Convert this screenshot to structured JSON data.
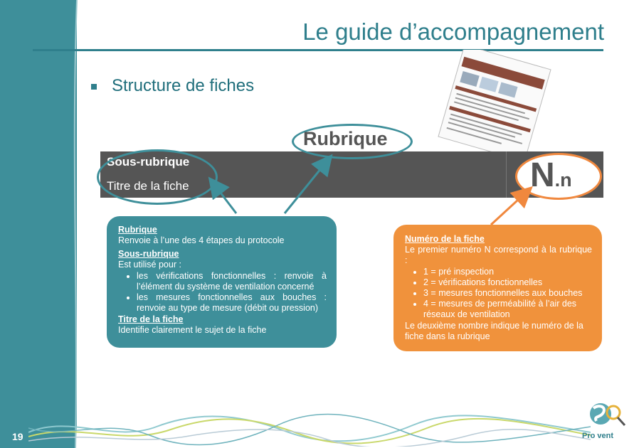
{
  "slide": {
    "title": "Le guide d’accompagnement",
    "subtitle": "Structure de fiches",
    "page_number": "19"
  },
  "header_bar": {
    "rubrique": "Rubrique",
    "sous_rubrique": "Sous-rubrique",
    "titre_fiche": "Titre de la fiche",
    "number_big": "N",
    "number_small": ".n"
  },
  "teal_box": {
    "rubrique_heading": "Rubrique",
    "rubrique_text": "Renvoie à l’une des 4 étapes du protocole",
    "sous_rubrique_heading": "Sous-rubrique",
    "sous_rubrique_intro": "Est utilisé pour :",
    "sous_rubrique_items": [
      "les vérifications fonctionnelles : renvoie à l’élément du système de ventilation concerné",
      "les mesures fonctionnelles aux bouches : renvoie au type de mesure (débit ou pression)"
    ],
    "titre_heading": "Titre de la fiche",
    "titre_text": "Identifie clairement le sujet de la fiche"
  },
  "orange_box": {
    "heading": "Numéro de la fiche",
    "intro": "Le premier numéro N correspond à la rubrique :",
    "items": [
      "1 = pré inspection",
      "2 = vérifications fonctionnelles",
      "3 = mesures fonctionnelles aux bouches",
      "4 = mesures de perméabilité à l’air des réseaux de ventilation"
    ],
    "outro": "Le deuxième nombre indique le numéro de la fiche dans la rubrique"
  },
  "logo": {
    "text": "Pro  vent"
  },
  "colors": {
    "teal": "#3e8f9a",
    "orange": "#f0923c",
    "dark_gray": "#555555"
  }
}
